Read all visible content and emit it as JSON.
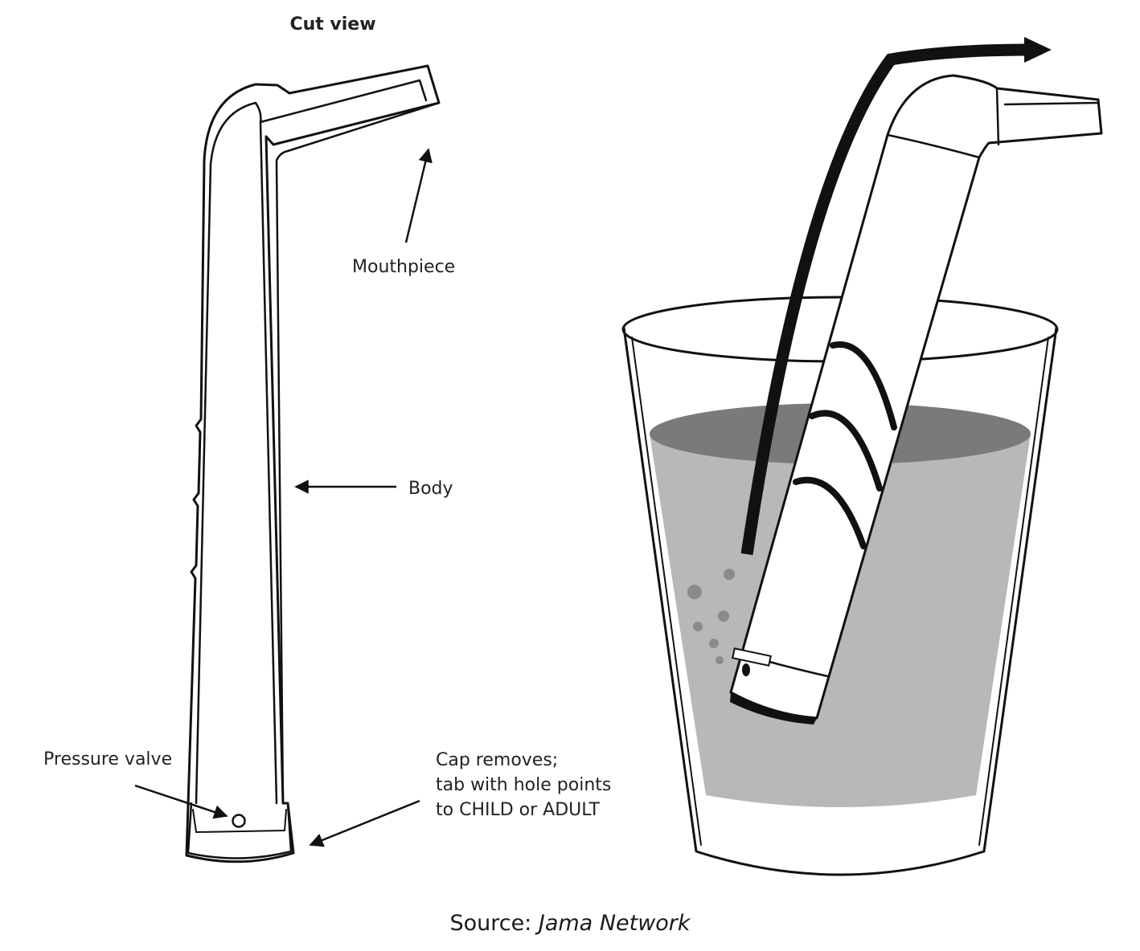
{
  "labels": {
    "cut_view": "Cut view",
    "mouthpiece": "Mouthpiece",
    "body": "Body",
    "pressure_valve": "Pressure valve",
    "cap_line1": "Cap removes;",
    "cap_line2": "tab with hole points",
    "cap_line3": "to CHILD or ADULT"
  },
  "source": {
    "prefix": "Source: ",
    "name": "Jama Network"
  },
  "colors": {
    "ink": "#111111",
    "liquid": "#b8b8b8",
    "liquid_surface": "#7a7a7a",
    "bubbles": "#8a8a8a"
  }
}
